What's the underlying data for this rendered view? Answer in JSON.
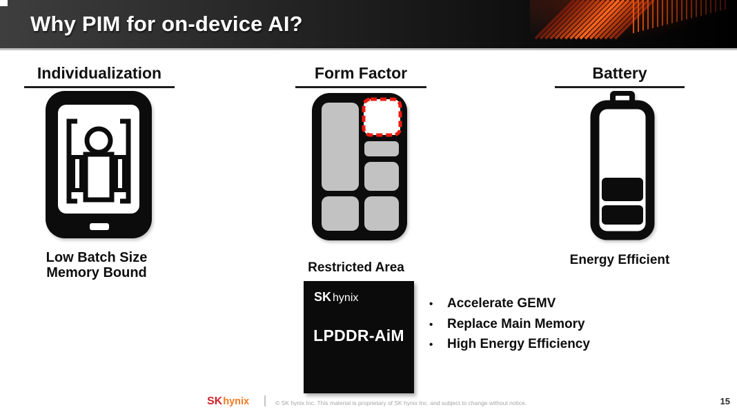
{
  "header": {
    "title": "Why PIM for on-device AI?"
  },
  "columns": [
    {
      "heading": "Individualization",
      "caption_line1": "Low Batch Size",
      "caption_line2": "Memory Bound"
    },
    {
      "heading": "Form Factor",
      "caption": "Restricted Area"
    },
    {
      "heading": "Battery",
      "caption": "Energy Efficient"
    }
  ],
  "chip": {
    "brand_sk": "SK",
    "brand_hynix": "hynix",
    "label": "LPDDR-AiM"
  },
  "bullets": {
    "glyph": "•",
    "items": [
      "Accelerate GEMV",
      "Replace Main Memory",
      "High Energy Efficiency"
    ]
  },
  "footer": {
    "logo_sk": "SK",
    "logo_hynix": "hynix",
    "copyright": "© SK hynix Inc. This material is proprietary of SK hynix Inc. and subject to change without notice.",
    "page_number": "15"
  },
  "colors": {
    "restricted_area_red": "#ec1c10",
    "logo_red": "#d2232a",
    "logo_orange": "#f47920",
    "block_gray": "#c2c2c2",
    "header_dark": "#1a1a1a"
  }
}
